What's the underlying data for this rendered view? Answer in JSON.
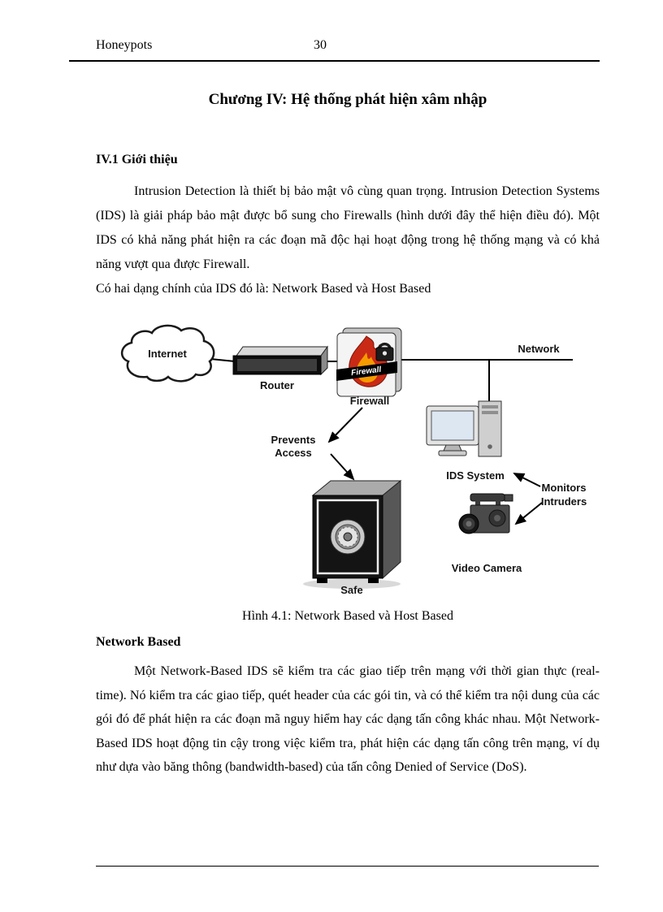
{
  "header": {
    "left": "Honeypots",
    "page_number": "30"
  },
  "title": "Chương IV: Hệ thống phát hiện xâm nhập",
  "intro": {
    "heading": "IV.1 Giới thiệu",
    "para1": "Intrusion Detection là thiết bị bảo mật vô cùng quan trọng. Intrusion Detection Systems (IDS) là giải pháp bảo mật được bổ sung cho Firewalls (hình dưới đây thể hiện điều đó). Một IDS có khả năng phát hiện ra các đoạn mã độc hại hoạt động trong hệ thống mạng và có khả năng vượt qua được Firewall.",
    "para2": "Có hai dạng chính của IDS đó là: Network Based và Host Based"
  },
  "figure": {
    "caption": "Hình 4.1: Network Based và Host Based",
    "labels": {
      "internet": "Internet",
      "router": "Router",
      "firewall": "Firewall",
      "firewall_banner": "Firewall",
      "network": "Network",
      "prevents_line1": "Prevents",
      "prevents_line2": "Access",
      "ids_system": "IDS System",
      "monitors_line1": "Monitors",
      "monitors_line2": "Intruders",
      "video_camera": "Video Camera",
      "safe": "Safe"
    }
  },
  "network_based": {
    "heading": "Network Based",
    "para": "Một Network-Based IDS sẽ kiểm tra các giao tiếp trên mạng với thời gian thực (real-time). Nó kiểm tra các giao tiếp, quét header của các gói tin, và có thể kiểm tra nội dung của các gói đó để phát hiện ra các đoạn mã nguy hiểm hay các dạng tấn công khác nhau. Một Network-Based IDS hoạt động tin cậy trong việc kiểm tra, phát hiện các dạng tấn công trên mạng, ví dụ như dựa vào băng thông (bandwidth-based) của tấn công Denied of Service (DoS)."
  }
}
